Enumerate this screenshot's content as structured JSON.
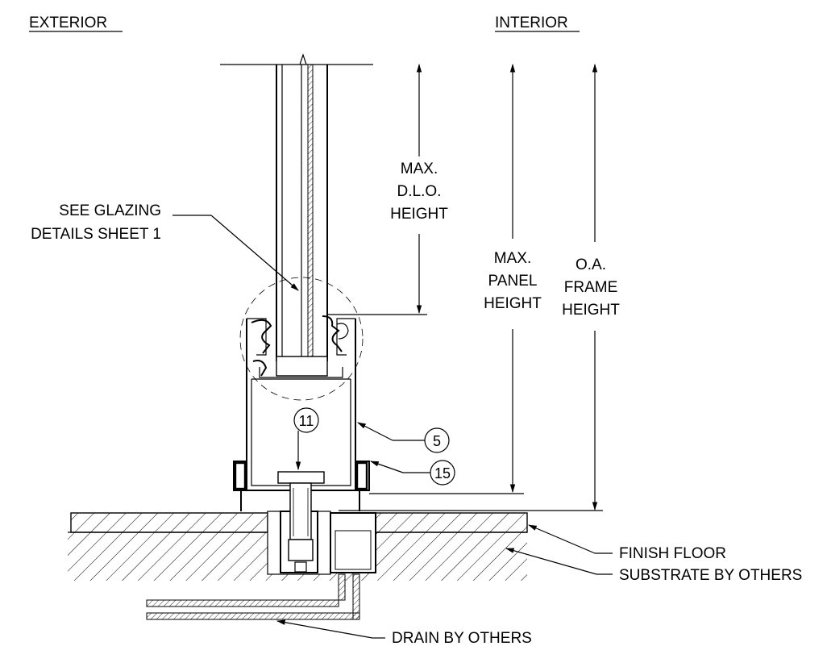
{
  "headings": {
    "exterior": "EXTERIOR",
    "interior": "INTERIOR"
  },
  "dimensions": {
    "dlo": [
      "MAX.",
      "D.L.O.",
      "HEIGHT"
    ],
    "panel": [
      "MAX.",
      "PANEL",
      "HEIGHT"
    ],
    "frame": [
      "O.A.",
      "FRAME",
      "HEIGHT"
    ]
  },
  "callouts": {
    "glazing": [
      "SEE GLAZING",
      "DETAILS SHEET 1"
    ],
    "finish_floor": "FINISH FLOOR",
    "substrate": "SUBSTRATE BY OTHERS",
    "drain": "DRAIN BY OTHERS"
  },
  "tags": {
    "tag_11": "11",
    "tag_5": "5",
    "tag_15": "15"
  }
}
